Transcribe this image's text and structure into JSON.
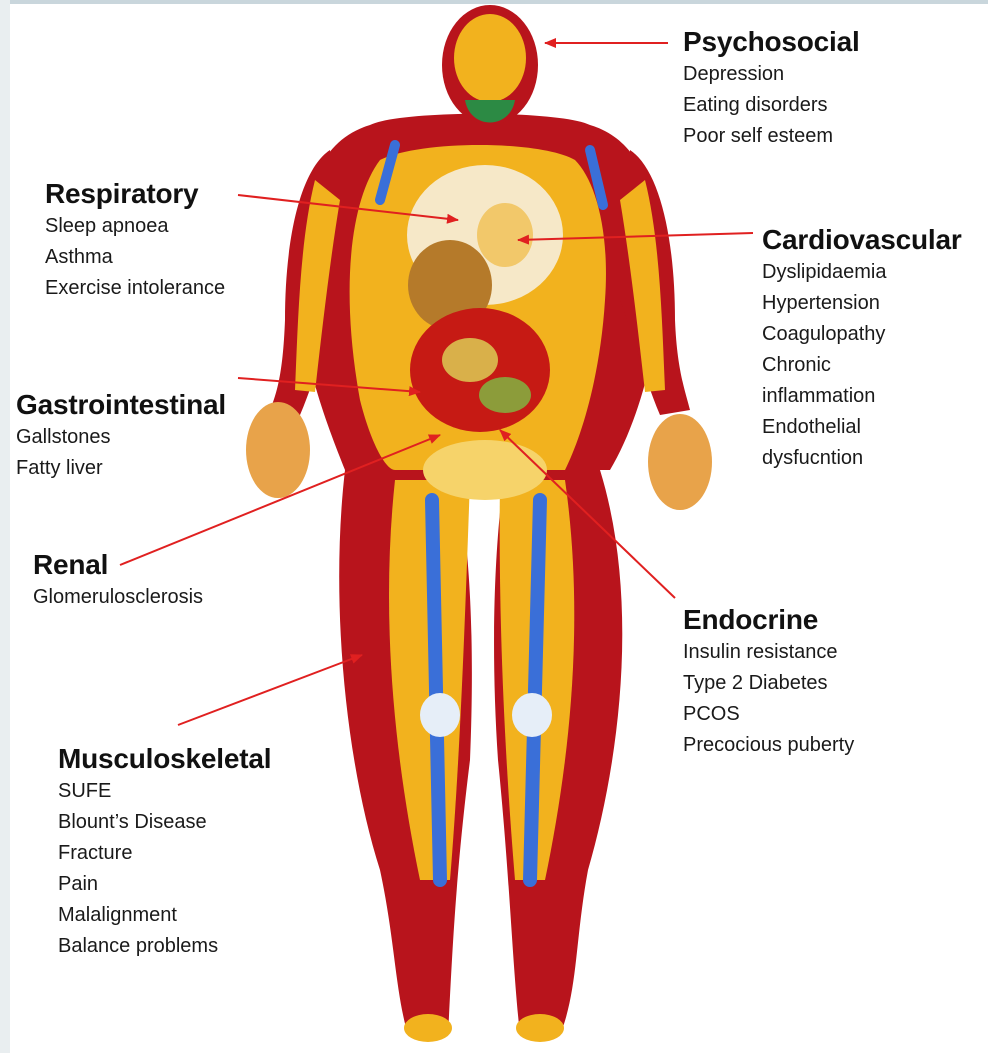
{
  "psychosocial": {
    "heading": "Psychosocial",
    "items": [
      "Depression",
      "Eating disorders",
      "Poor self esteem"
    ]
  },
  "respiratory": {
    "heading": "Respiratory",
    "items": [
      "Sleep apnoea",
      "Asthma",
      "Exercise intolerance"
    ]
  },
  "cardiovascular": {
    "heading": "Cardiovascular",
    "items": [
      "Dyslipidaemia",
      "Hypertension",
      "Coagulopathy",
      "Chronic",
      "inflammation",
      "Endothelial",
      "dysfucntion"
    ]
  },
  "gastrointestinal": {
    "heading": "Gastrointestinal",
    "items": [
      "Gallstones",
      "Fatty liver"
    ]
  },
  "renal": {
    "heading": "Renal",
    "items": [
      "Glomerulosclerosis"
    ]
  },
  "endocrine": {
    "heading": "Endocrine",
    "items": [
      "Insulin resistance",
      "Type 2 Diabetes",
      "PCOS",
      "Precocious puberty"
    ]
  },
  "musculoskeletal": {
    "heading": "Musculoskeletal",
    "items": [
      "SUFE",
      "Blount’s Disease",
      "Fracture",
      "Pain",
      "Malalignment",
      "Balance problems"
    ]
  },
  "colors": {
    "arrow": "#e02020",
    "fat": "#b8141c",
    "tissue": "#f2b21e",
    "organ": "#f6e8c8",
    "bone": "#3a6fd8"
  }
}
